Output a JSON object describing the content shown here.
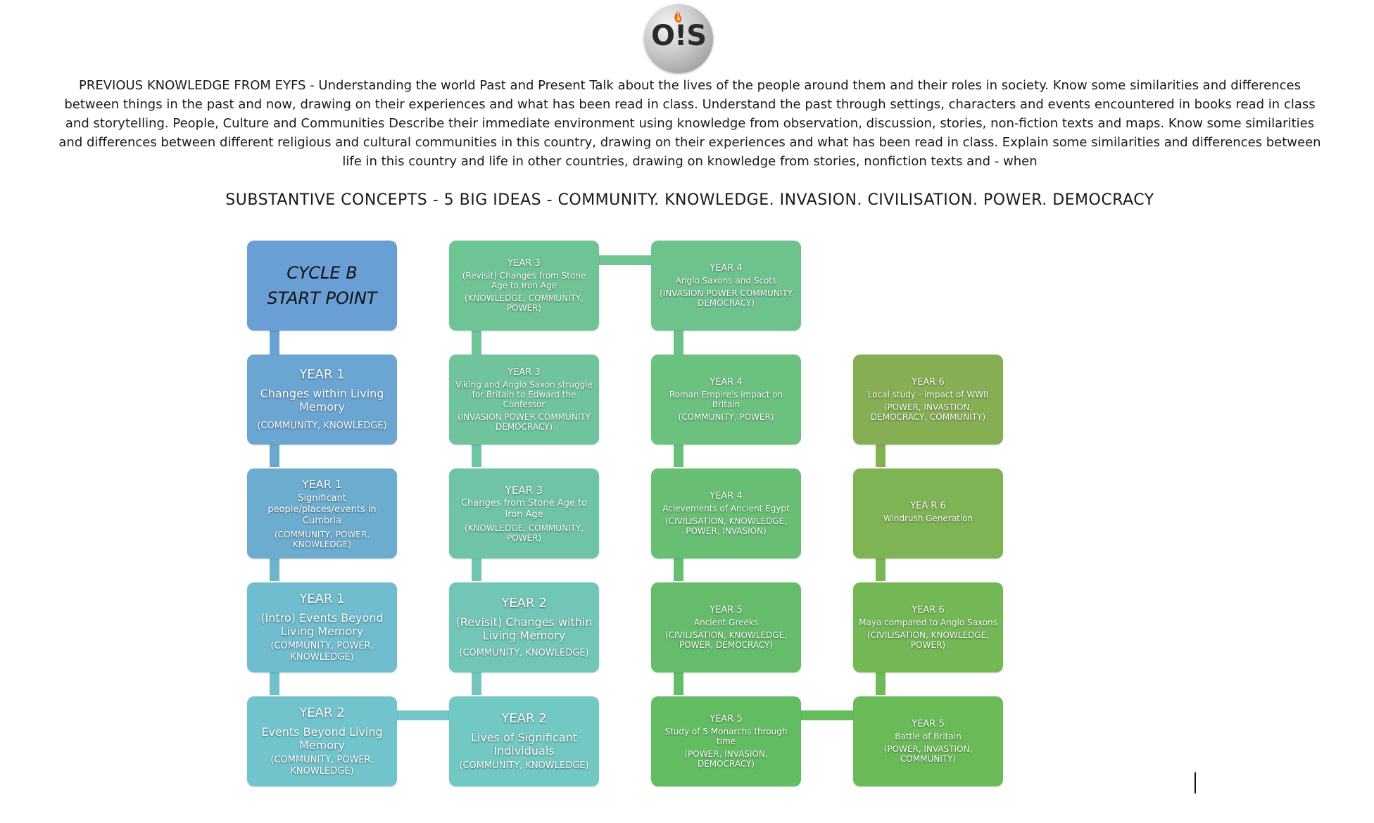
{
  "logo": {
    "text": "O!S",
    "icon": "torch-flame-icon"
  },
  "intro_text": "PREVIOUS KNOWLEDGE FROM EYFS - Understanding the world Past and Present Talk about the lives of the people around them and their roles in society. Know some similarities and differences between things in the past and now, drawing on their experiences and what has been read in class. Understand the past through settings, characters and events encountered in books read in class and storytelling. People, Culture and Communities Describe their immediate environment using knowledge from observation, discussion, stories, non-fiction texts and maps. Know some similarities and differences between different religious and cultural communities in this country, drawing on their experiences and what has been read in class. Explain some similarities and differences between life in this country and life in other countries, drawing on knowledge from stories, nonfiction texts and - when",
  "concepts_text": "SUBSTANTIVE CONCEPTS - 5 BIG IDEAS - COMMUNITY.  KNOWLEDGE.  INVASION.  CIVILISATION.  POWER.  DEMOCRACY",
  "colors": {
    "start": "#6a9fd6",
    "col1_r1": "#6ba5d2",
    "col1_r2": "#6baccf",
    "col1_r3": "#6fbdcf",
    "col1_r4": "#72c4cc",
    "col2_r0": "#6fc495",
    "col2_r1": "#6fc49e",
    "col2_r2": "#6fc4a8",
    "col2_r3": "#72c6b8",
    "col2_r4": "#72c8c2",
    "col3_r0": "#6dc28e",
    "col3_r1": "#6bc17e",
    "col3_r2": "#68bf74",
    "col3_r3": "#65bd6c",
    "col3_r4": "#62bc62",
    "col4_r1": "#86ae52",
    "col4_r2": "#7eb454",
    "col4_r3": "#74b856",
    "col4_r4": "#6aba58"
  },
  "boxes": {
    "start": {
      "line1": "CYCLE B",
      "line2": "START POINT"
    },
    "c1r1": {
      "year": "YEAR 1",
      "topic": "Changes within Living Memory",
      "concepts": "(COMMUNITY, KNOWLEDGE)"
    },
    "c1r2": {
      "year": "YEAR 1",
      "topic": "Significant people/places/events in Cumbria",
      "concepts": "(COMMUNITY, POWER, KNOWLEDGE)"
    },
    "c1r3": {
      "year": "YEAR 1",
      "topic": "(Intro) Events Beyond Living Memory",
      "concepts": "(COMMUNITY, POWER, KNOWLEDGE)"
    },
    "c1r4": {
      "year": "YEAR 2",
      "topic": "Events Beyond Living Memory",
      "concepts": "(COMMUNITY, POWER, KNOWLEDGE)"
    },
    "c2r0": {
      "year": "YEAR 3",
      "topic": "(Revisit) Changes from Stone Age to Iron Age",
      "concepts": "(KNOWLEDGE, COMMUNITY, POWER)"
    },
    "c2r1": {
      "year": "YEAR 3",
      "topic": "Viking and Anglo Saxon struggle for Britain to Edward the Confessor",
      "concepts": "(INVASION POWER COMMUNITY DEMOCRACY)"
    },
    "c2r2": {
      "year": "YEAR 3",
      "topic": "Changes from Stone Age to Iron Age",
      "concepts": "(KNOWLEDGE, COMMUNITY, POWER)"
    },
    "c2r3": {
      "year": "YEAR 2",
      "topic": "(Revisit) Changes within Living Memory",
      "concepts": "(COMMUNITY, KNOWLEDGE)"
    },
    "c2r4": {
      "year": "YEAR 2",
      "topic": "Lives of Significant Individuals",
      "concepts": "(COMMUNITY, KNOWLEDGE)"
    },
    "c3r0": {
      "year": "YEAR 4",
      "topic": "Anglo Saxons and Scots",
      "concepts": "(INVASION POWER COMMUNITY DEMOCRACY)"
    },
    "c3r1": {
      "year": "YEAR 4",
      "topic": "Roman Empire's impact on Britain",
      "concepts": "(COMMUNITY, POWER)"
    },
    "c3r2": {
      "year": "YEAR 4",
      "topic": "Acievements of Ancient Egypt",
      "concepts": "(CIVILISATION, KNOWLEDGE, POWER, INVASION)"
    },
    "c3r3": {
      "year": "YEAR 5",
      "topic": "Ancient Greeks",
      "concepts": "(CIVILISATION, KNOWLEDGE, POWER, DEMOCRACY)"
    },
    "c3r4": {
      "year": "YEAR 5",
      "topic": "Study of 5 Monarchs through time",
      "concepts": "(POWER, INVASION, DEMOCRACY)"
    },
    "c4r1": {
      "year": "YEAR 6",
      "topic": "Local study - impact of WWII",
      "concepts": "(POWER, INVASTION, DEMOCRACY, COMMUNITY)"
    },
    "c4r2": {
      "year": "YEA R 6",
      "topic": "Windrush Generation",
      "concepts": ""
    },
    "c4r3": {
      "year": "YEAR 6",
      "topic": "Maya compared to Anglo Saxons",
      "concepts": "(CIVILISATION, KNOWLEDGE, POWER)"
    },
    "c4r4": {
      "year": "YEAR 5",
      "topic": "Battle of Britain",
      "concepts": "(POWER, INVASTION, COMMUNITY)"
    }
  }
}
